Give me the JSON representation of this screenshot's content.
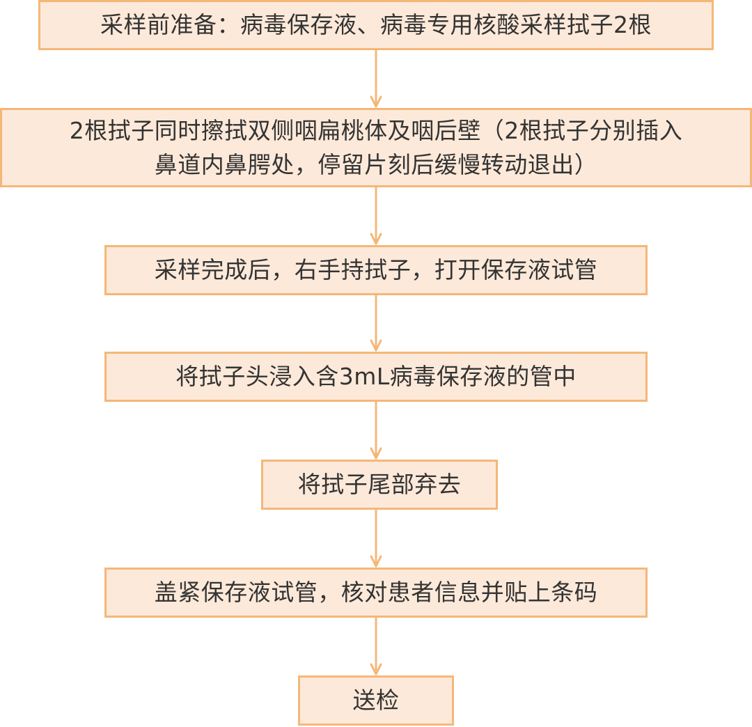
{
  "colors": {
    "box_fill": "#fde9d9",
    "box_border": "#f4b778",
    "arrow": "#f4b778",
    "text": "#333333"
  },
  "steps": [
    {
      "id": "step-1",
      "lines": [
        "采样前准备：病毒保存液、病毒专用核酸采样拭子2根"
      ]
    },
    {
      "id": "step-2",
      "lines": [
        "2根拭子同时擦拭双侧咽扁桃体及咽后壁（2根拭子分别插入",
        "鼻道内鼻腭处，停留片刻后缓慢转动退出）"
      ]
    },
    {
      "id": "step-3",
      "lines": [
        "采样完成后，右手持拭子，打开保存液试管"
      ]
    },
    {
      "id": "step-4",
      "lines": [
        "将拭子头浸入含3mL病毒保存液的管中"
      ]
    },
    {
      "id": "step-5",
      "lines": [
        "将拭子尾部弃去"
      ]
    },
    {
      "id": "step-6",
      "lines": [
        "盖紧保存液试管，核对患者信息并贴上条码"
      ]
    },
    {
      "id": "step-7",
      "lines": [
        "送检"
      ]
    }
  ]
}
